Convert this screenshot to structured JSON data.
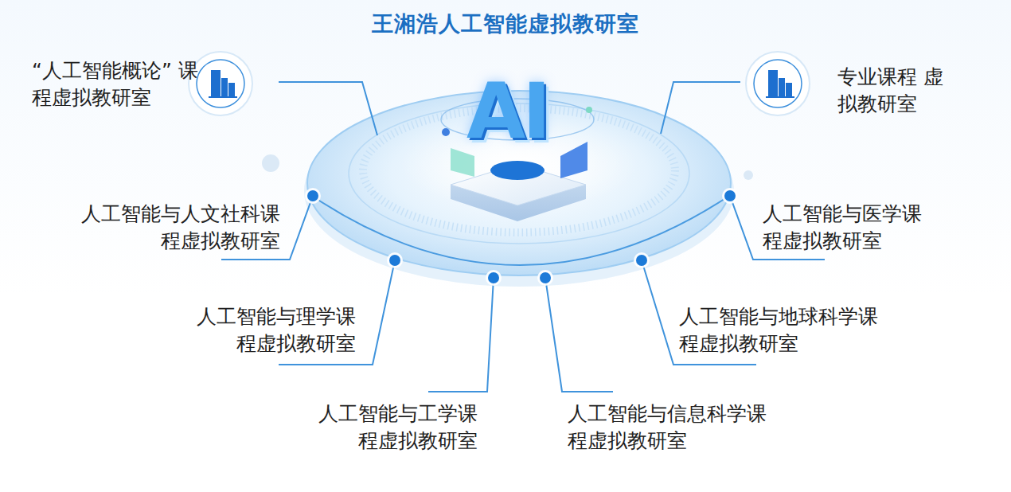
{
  "diagram": {
    "title": "王湘浩人工智能虚拟教研室",
    "labels": [
      "AI",
      "“人工智能概论” 课程虚拟教研室",
      "专业课程 虚拟教研室",
      "人工智能与人文社科课 程虚拟教研室",
      "人工智能与医学课 程虚拟教研室",
      "人工智能与理学课 程虚拟教研室",
      "人工智能与地球科学课 程虚拟教研室",
      "人工智能与工学课 程虚拟教研室",
      "人工智能与信息科学课 程虚拟教研室"
    ]
  }
}
